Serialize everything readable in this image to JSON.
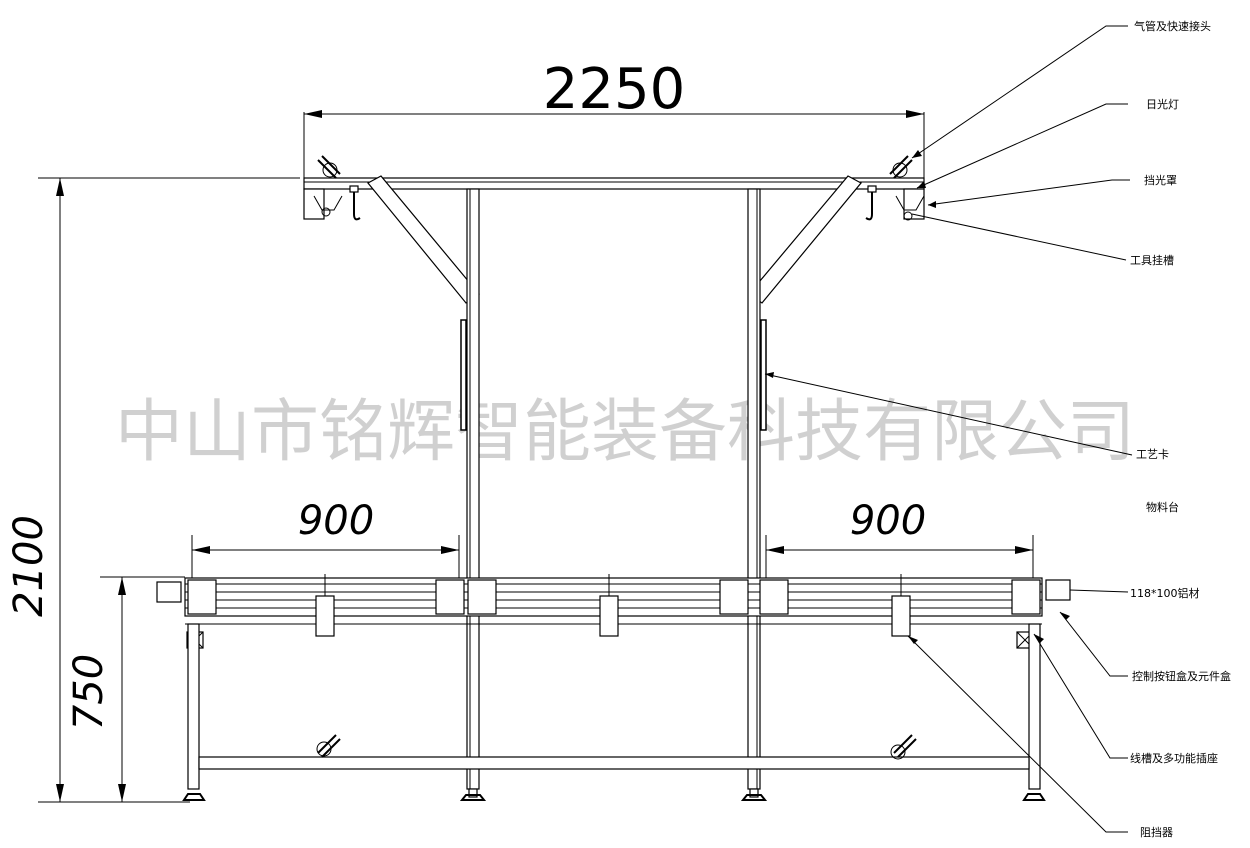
{
  "watermark": "中山市铭辉智能装备科技有限公司",
  "dimensions": {
    "overall_width": "2250",
    "overall_height": "2100",
    "table_height": "750",
    "left_section": "900",
    "right_section": "900"
  },
  "callouts": {
    "air_pipe": "气管及快速接头",
    "daylight_lamp": "日光灯",
    "light_shield": "挡光罩",
    "tool_hook_slot": "工具挂槽",
    "process_card": "工艺卡",
    "material_table": "物料台",
    "aluminum_profile": "118*100铝材",
    "control_box": "控制按钮盒及元件盒",
    "wire_trough": "线槽及多功能插座",
    "stopper": "阻挡器"
  }
}
